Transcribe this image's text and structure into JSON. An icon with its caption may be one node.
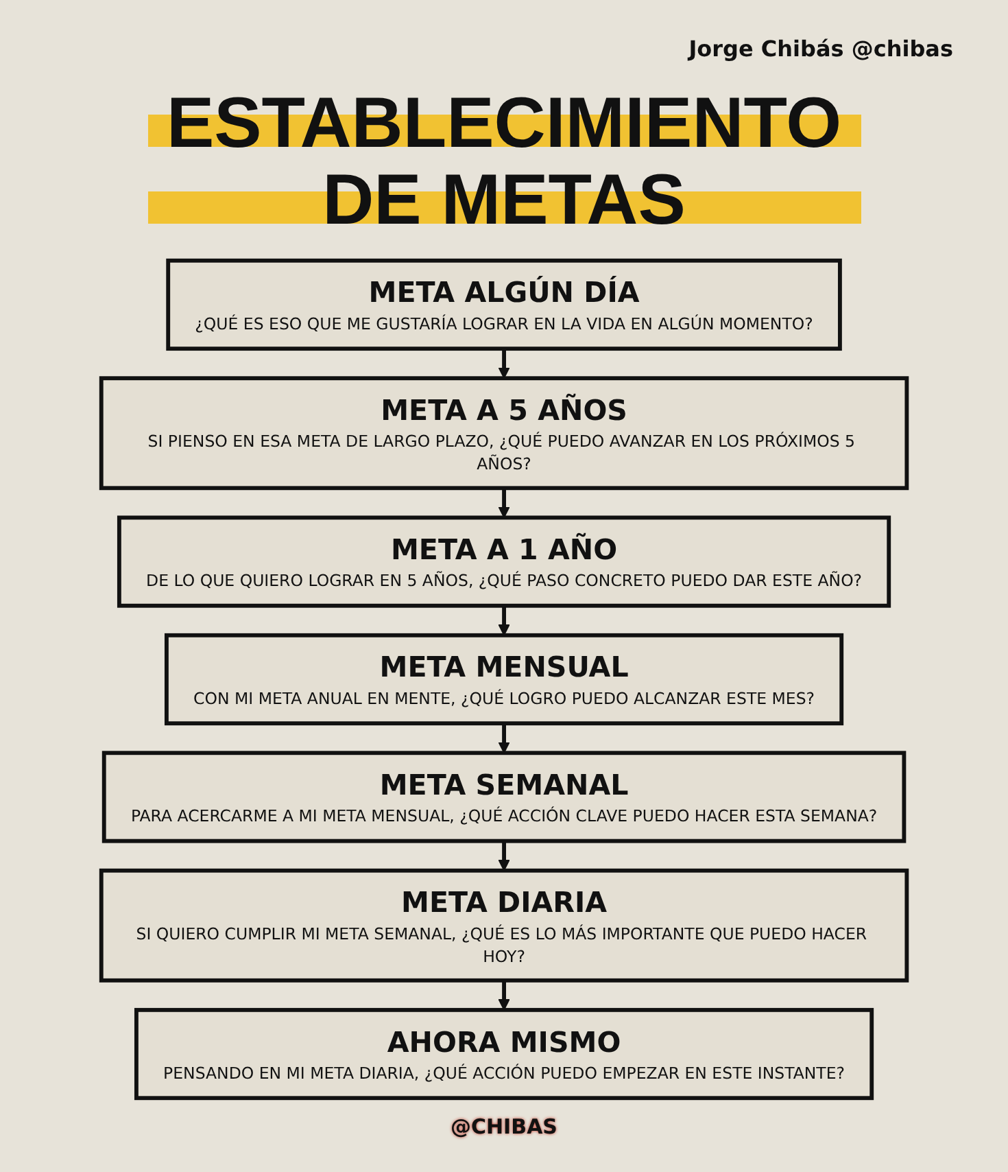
{
  "diagram": {
    "title": "ESTABLECIMIENTO DE METAS",
    "nodes": [
      {
        "text": [
          "META ALGÚN DÍA",
          "¿QUÉ ES ESO QUE ME GUSTARÍA LOGRAR EN LA VIDA EN ALGÚN MOMENTO?"
        ]
      },
      {
        "text": [
          "META A 5 AÑOS",
          "SI PIENSO EN ESA META DE LARGO PLAZO, ¿QUÉ PUEDO AVANZAR EN LOS PRÓXIMOS 5 AÑOS?"
        ]
      },
      {
        "text": [
          "META A 1 AÑO",
          "DE LO QUE QUIERO LOGRAR EN 5 AÑOS, ¿QUÉ PASO CONCRETO PUEDO DAR ESTE AÑO?"
        ]
      },
      {
        "text": [
          "META MENSUAL",
          "CON MI META ANUAL EN MENTE, ¿QUÉ LOGRO PUEDO ALCANZAR ESTE MES?"
        ]
      },
      {
        "text": [
          "META SEMANAL",
          "PARA ACERCARME A MI META MENSUAL, ¿QUÉ ACCIÓN CLAVE PUEDO HACER ESTA SEMANA?"
        ]
      },
      {
        "text": [
          "META DIARIA",
          "SI QUIERO CUMPLIR MI META SEMANAL, ¿QUÉ ES LO MÁS IMPORTANTE QUE PUEDO HACER HOY?"
        ]
      },
      {
        "text": [
          "AHORA MISMO",
          "PENSANDO EN MI META DIARIA, ¿QUÉ ACCIÓN PUEDO EMPEZAR EN ESTE INSTANTE?"
        ]
      }
    ],
    "edges": [
      {
        "from": 0,
        "to": 1,
        "arrow": "to"
      },
      {
        "from": 1,
        "to": 2,
        "arrow": "to"
      },
      {
        "from": 2,
        "to": 3,
        "arrow": "to"
      },
      {
        "from": 3,
        "to": 4,
        "arrow": "to"
      },
      {
        "from": 4,
        "to": 5,
        "arrow": "to"
      },
      {
        "from": 5,
        "to": 6,
        "arrow": "to"
      }
    ],
    "labels": [
      "Jorge Chibás @chibas",
      "@CHIBAS"
    ]
  }
}
